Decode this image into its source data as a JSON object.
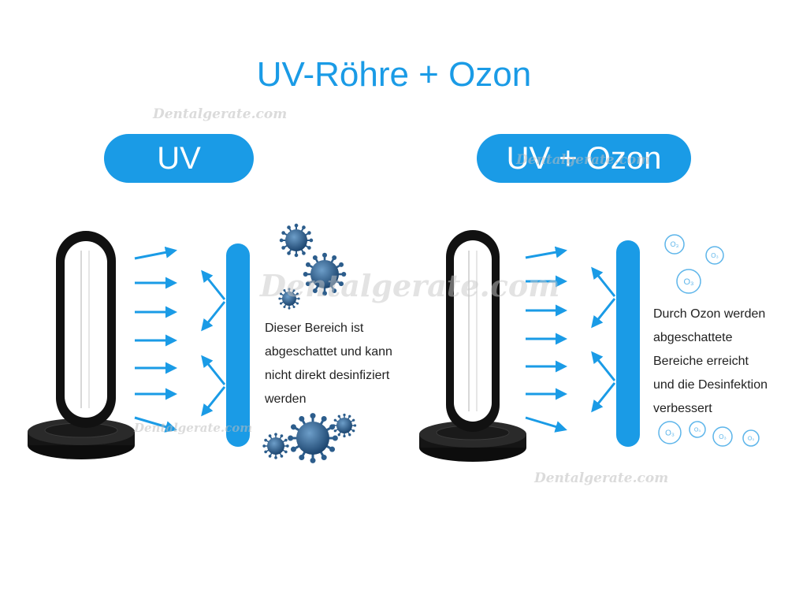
{
  "title": "UV-Röhre + Ozon",
  "panels": {
    "left": {
      "label": "UV",
      "caption_lines": [
        "Dieser Bereich ist",
        "abgeschattet und kann",
        "nicht direkt desinfiziert",
        "werden"
      ]
    },
    "right": {
      "label": "UV + Ozon",
      "caption_lines": [
        "Durch Ozon werden",
        "abgeschattete",
        "Bereiche erreicht",
        "und die Desinfektion",
        "verbessert"
      ],
      "ozone_label": "O₃"
    }
  },
  "watermark": "Dentalgerate.com",
  "colors": {
    "accent": "#1a9be6",
    "lamp": "#111111",
    "virus": "#2c5d8c",
    "ozone": "#5db5ea"
  },
  "icons": [
    "uv-lamp-icon",
    "arrow-icon",
    "virus-icon",
    "ozone-bubble-icon"
  ]
}
